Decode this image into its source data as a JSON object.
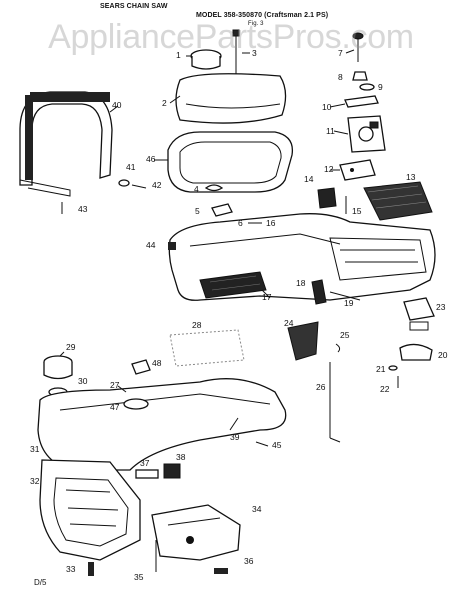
{
  "header": {
    "title": "SEARS CHAIN SAW",
    "model": "MODEL 358-350870 (Craftsman 2.1 PS)",
    "figure": "Fig. 3"
  },
  "watermark": "AppliancePartsPros.com",
  "page_code": "D/5",
  "callouts": [
    "1",
    "2",
    "3",
    "4",
    "5",
    "6",
    "7",
    "8",
    "9",
    "10",
    "11",
    "12",
    "13",
    "14",
    "15",
    "16",
    "17",
    "18",
    "19",
    "20",
    "21",
    "22",
    "23",
    "24",
    "25",
    "26",
    "27",
    "28",
    "29",
    "30",
    "31",
    "32",
    "33",
    "34",
    "35",
    "36",
    "37",
    "38",
    "39",
    "40",
    "41",
    "42",
    "43",
    "44",
    "45",
    "46",
    "47",
    "48"
  ]
}
